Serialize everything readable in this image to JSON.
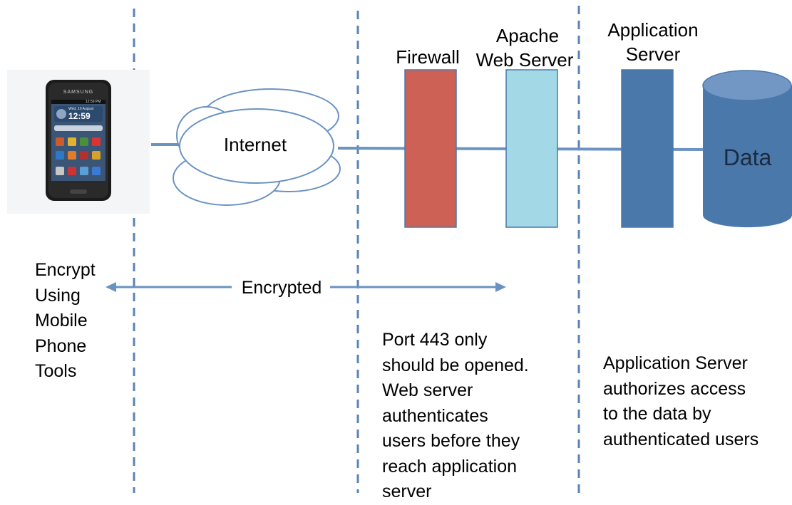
{
  "phone": {
    "brand": "SAMSUNG",
    "clock_time": "12:59",
    "clock_date": "Wed, 10 August",
    "status_time": "12:59 PM"
  },
  "cloud": {
    "label": "Internet"
  },
  "firewall": {
    "label": "Firewall"
  },
  "apache": {
    "label_line1": "Apache",
    "label_line2": "Web Server"
  },
  "app_server": {
    "label_line1": "Application",
    "label_line2": "Server"
  },
  "database": {
    "label": "Data"
  },
  "arrow": {
    "label": "Encrypted"
  },
  "notes": {
    "client": "Encrypt\nUsing\nMobile\nPhone\nTools",
    "network": "Port 443 only\nshould be opened.\nWeb server\nauthenticates\nusers before they\nreach application\nserver",
    "server": "Application Server\nauthorizes access\nto the data by\nauthenticated users"
  },
  "colors": {
    "firewall": "#CD6155",
    "apache": "#A3D8E6",
    "app_server": "#4A78AB",
    "database": "#4A78AB",
    "connector": "#6A93C2",
    "divider": "#5B83B5"
  }
}
